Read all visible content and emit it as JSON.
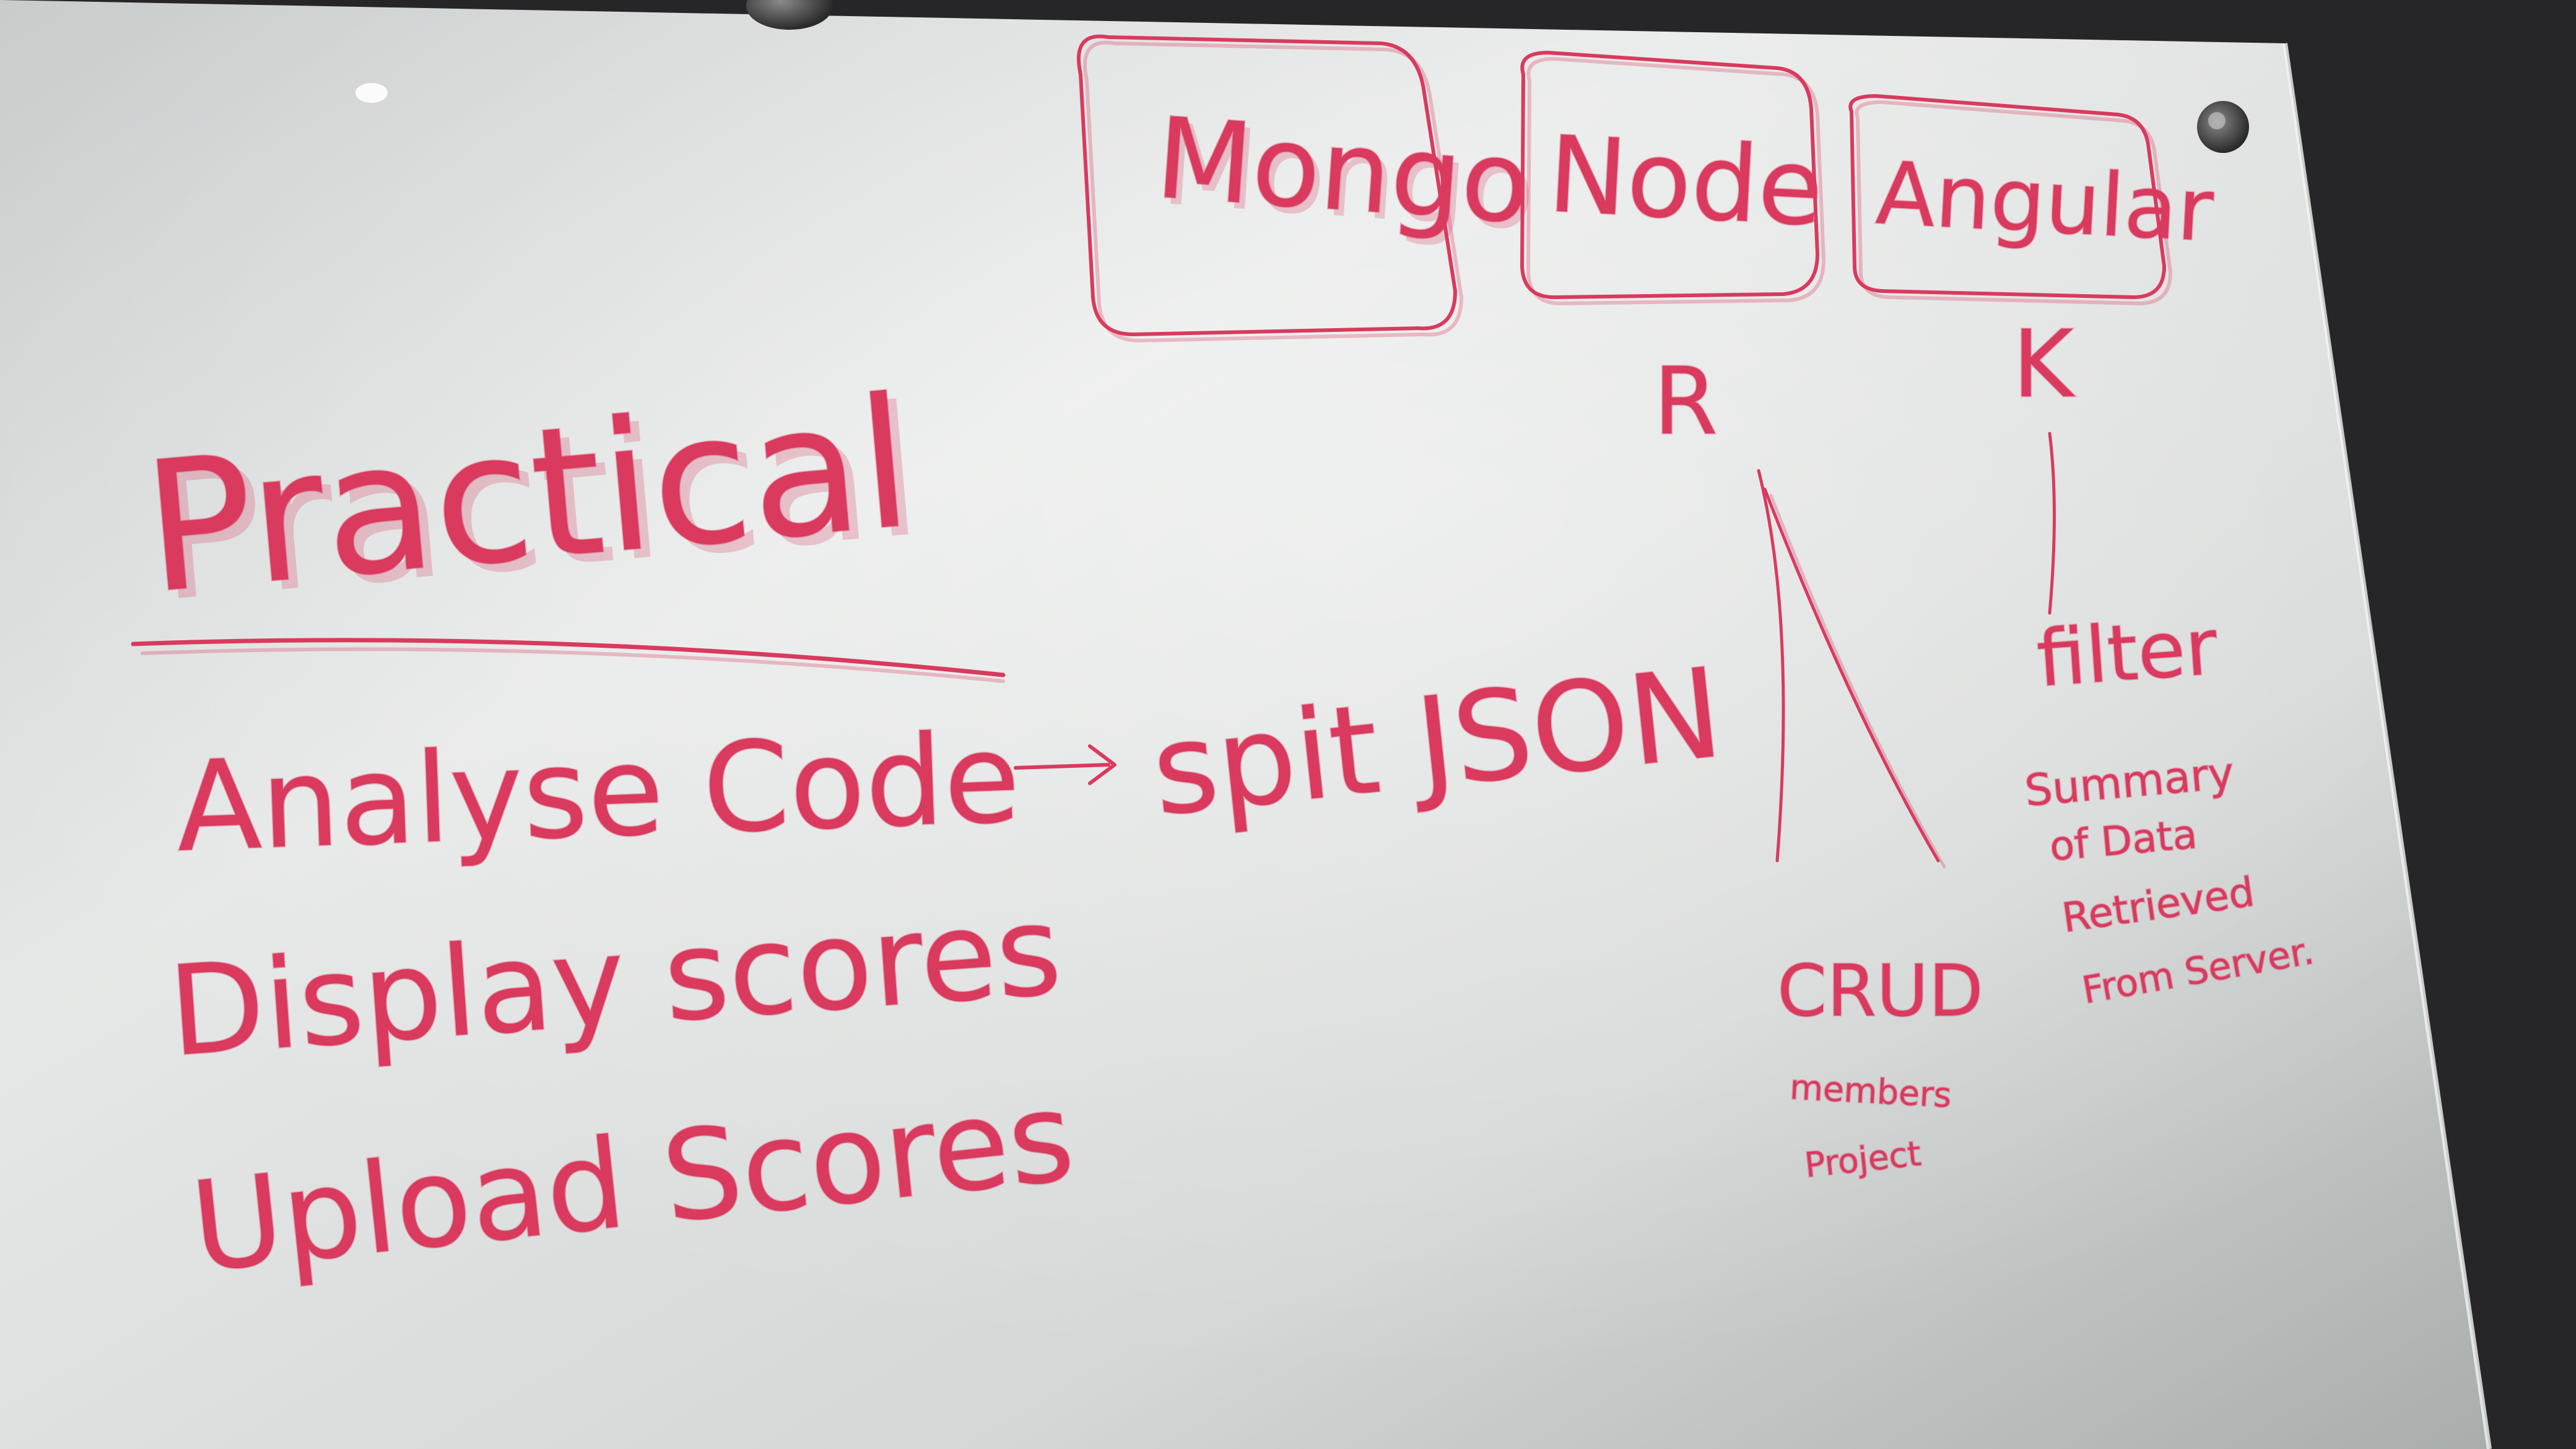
{
  "colors": {
    "wall": "#262628",
    "board_light": "#e9ebea",
    "board_mid": "#d6d9d8",
    "board_dark": "#aeb3b2",
    "marker_red": "#d93a5e"
  },
  "boxes": {
    "mongo": "Mongo",
    "node": "Node",
    "angular": "Angular"
  },
  "arrows": {
    "node_letter": "R",
    "angular_letter": "K"
  },
  "practical": {
    "title": "Practical",
    "items": [
      "Analyse Code",
      "Display scores",
      "Upload Scores"
    ],
    "arrow_target": "spit JSON"
  },
  "node_branch": {
    "label": "CRUD",
    "details": [
      "members",
      "Project"
    ]
  },
  "angular_branch": {
    "filter": "filter",
    "summary_lines": [
      "Summary",
      "of Data",
      "Retrieved",
      "From Server."
    ]
  },
  "icons": {
    "standoff": "mounting-standoff-icon",
    "reflection": "light-reflection-icon"
  }
}
